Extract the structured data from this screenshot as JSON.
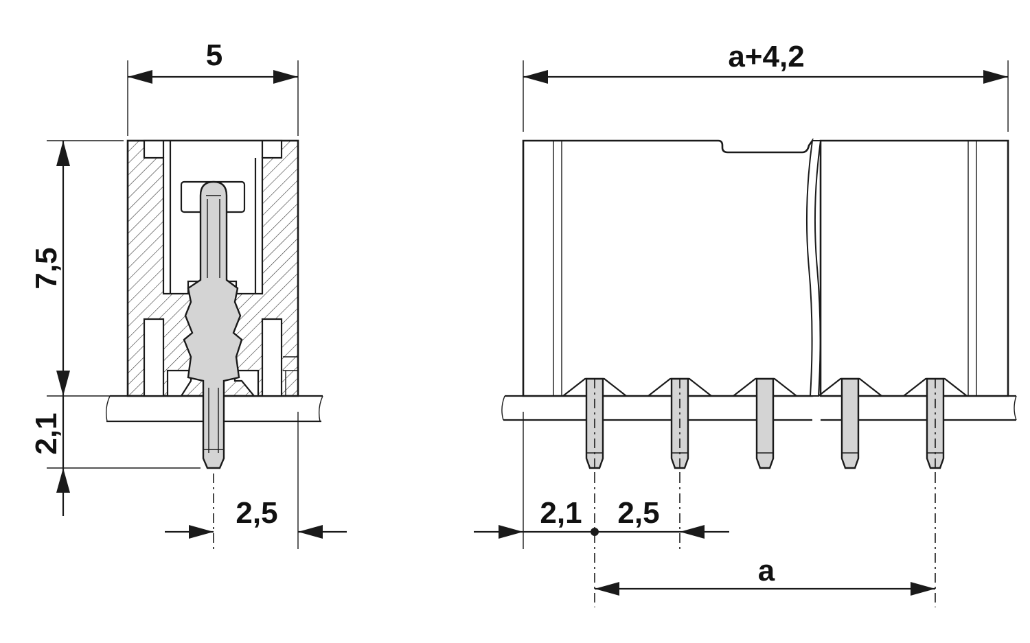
{
  "drawing": {
    "side_view": {
      "width_label": "5",
      "height_label": "7,5",
      "pin_length_label": "2,1",
      "pin_offset_label": "2,5"
    },
    "front_view": {
      "overall_width_label": "a+4,2",
      "edge_offset_label": "2,1",
      "pitch_label": "2,5",
      "span_label": "a"
    }
  }
}
